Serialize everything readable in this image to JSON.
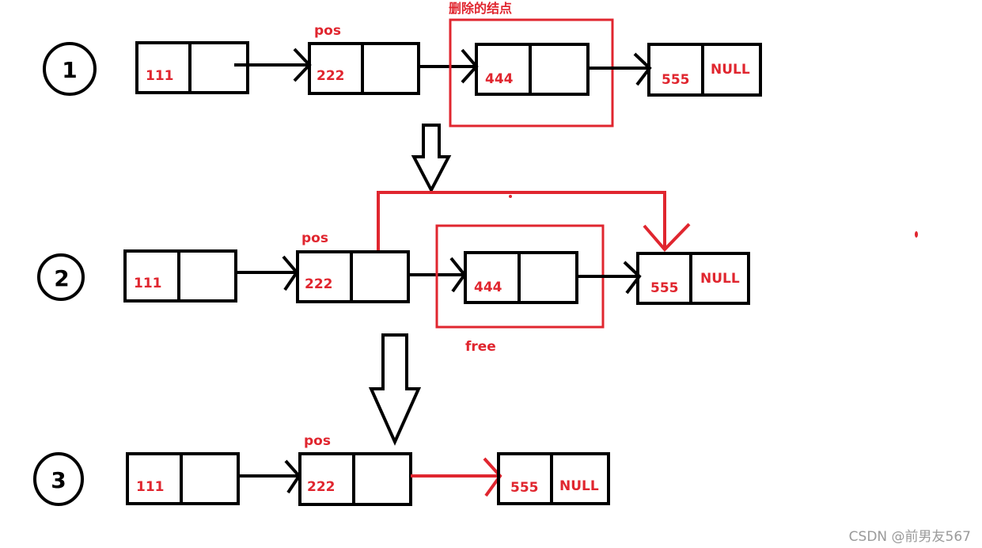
{
  "diagram": {
    "title": "Singly linked list: erase node after pos",
    "colors": {
      "stroke": "#000000",
      "accent": "#e0262f",
      "background": "#ffffff",
      "watermark": "#9a9a9a"
    },
    "steps": [
      {
        "id": "1",
        "nodes": [
          {
            "data": "111",
            "next": ""
          },
          {
            "data": "222",
            "next": "",
            "tag": "pos"
          },
          {
            "data": "444",
            "next": "",
            "highlight_label": "删除的结点"
          },
          {
            "data": "555",
            "next": "NULL"
          }
        ]
      },
      {
        "id": "2",
        "nodes": [
          {
            "data": "111",
            "next": ""
          },
          {
            "data": "222",
            "next": "",
            "tag": "pos"
          },
          {
            "data": "444",
            "next": "",
            "highlight_label": "free"
          },
          {
            "data": "555",
            "next": "NULL"
          }
        ],
        "relink": "pos->next = 555"
      },
      {
        "id": "3",
        "nodes": [
          {
            "data": "111",
            "next": ""
          },
          {
            "data": "222",
            "next": "",
            "tag": "pos"
          },
          {
            "data": "555",
            "next": "NULL"
          }
        ]
      }
    ]
  },
  "watermark": "CSDN @前男友567"
}
